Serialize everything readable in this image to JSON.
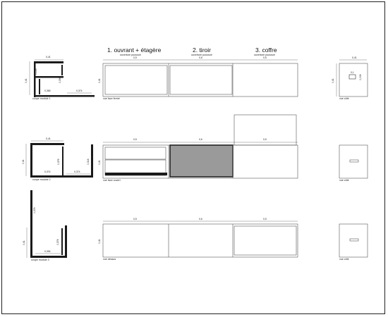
{
  "sections": {
    "s1": {
      "title": "1. ouvrant + étagère",
      "subtitle": "ouverture poussoir"
    },
    "s2": {
      "title": "2. tiroir",
      "subtitle": "ouverture poussoir"
    },
    "s3": {
      "title": "3. coffre",
      "subtitle": "ouverture poussoir"
    }
  },
  "views": {
    "row1_elevation": "vue face fermé",
    "row1_side": "vue côté",
    "row1_section": "coupe module 1",
    "row2_elevation": "vue face ouvert",
    "row2_side": "vue côté",
    "row2_section": "coupe module 2",
    "row3_elevation": "vue dessus",
    "row3_side": "vue côté",
    "row3_section": "coupe module 3"
  },
  "dims": {
    "w041": "0,41",
    "w05": "0,5",
    "w06": "0,6",
    "d01": "0,1",
    "d006": "0,006",
    "d0374": "0,374",
    "d0365": "0,365",
    "d0129": "0,129",
    "d0396": "0,396",
    "d0379": "0,379",
    "d0318": "0,318",
    "d0394": "0,394"
  },
  "colors": {
    "line": "#555555",
    "wall": "#1a1a1a",
    "drawer_fill": "#9a9a9a"
  }
}
